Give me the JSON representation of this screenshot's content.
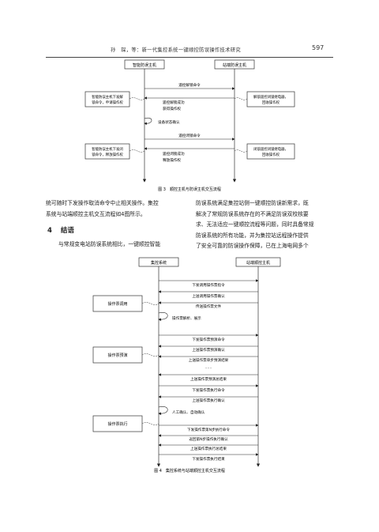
{
  "header": {
    "running_head": "孙　琛，等：新一代集控系统一键顺控防误操作技术研究",
    "page_number": "597"
  },
  "figure3": {
    "left_lane": "智能防误主机",
    "right_lane": "站端防误主机",
    "box_unlock": [
      "智能防误主机下发解",
      "锁命令，申请操作权"
    ],
    "box_lock": [
      "智能防误主机下发闭",
      "锁命令，释放操作权"
    ],
    "box_r_unlock": [
      "解锁遥控闭锁继电器，",
      "回收操作权"
    ],
    "box_r_lock": [
      "闭锁遥控闭锁继电器，",
      "回收操作权"
    ],
    "msg_unlock_cmd": "遥控解锁命令",
    "msg_unlock_ok": [
      "遥控解锁成功",
      "获得操作权"
    ],
    "msg_device_confirm": "设备状态确认",
    "msg_lock_cmd": "遥控闭锁命令",
    "msg_lock_ok": [
      "遥控闭锁成功",
      "释放操作权"
    ],
    "caption": "图 3　顺控主机与防误主机交互流程"
  },
  "left_col_lines": [
    "统可随时下发操作取消命令中止相关操作。集控",
    "系统与站端顺控主机交互流程如4图所示。"
  ],
  "section": {
    "number": "4",
    "title": "结语"
  },
  "left_col_para2": "与常规变电站防误系统相比，一键顺控智能",
  "right_col_lines": [
    "防误系统满足集控站侧一键顺控防误新需求，既",
    "解决了常规防误系统存在的不满足防误双校核要",
    "求、无法适应一键顺控流程等问题，同时具备常规",
    "防误系统的所有功能，并为集控站远程操作提供",
    "了安全可靠的防误操作保障，已在上海电网多个"
  ],
  "figure4": {
    "left_lane": "集控系统",
    "right_lane": "站端顺控主机",
    "group_call": "操作票调用",
    "group_preview": "操作票预演",
    "group_exec": "操作票执行",
    "msg_call_cmd": "下发调用操作票指令",
    "msg_call_confirm": "上送调用操作票确认",
    "msg_send_file": "传送操作票文件",
    "msg_parse": "操作票解析、展示",
    "msg_preview_cmd": "下发操作票预演命令",
    "msg_preview_confirm": "上送操作票预演确认",
    "msg_preview_step": "上送操作票单步预演结果",
    "msg_dots": "……",
    "msg_preview_total": "上送操作票预演总结果",
    "msg_exec_cmd": "下发操作票执行命令",
    "msg_exec_confirm": "上送操作票执行确认",
    "msg_manual": "人工确认、自动确认",
    "msg_exec_n": "下发操作票第N步执行命令",
    "msg_exec_n_confirm": "返回第N步操作执行确认",
    "msg_exec_total": "上送操作票执行总结果",
    "msg_exec_end": "下发操作票执行结束",
    "caption": "图 4　集控系统与站端顺控主机交互流程"
  }
}
